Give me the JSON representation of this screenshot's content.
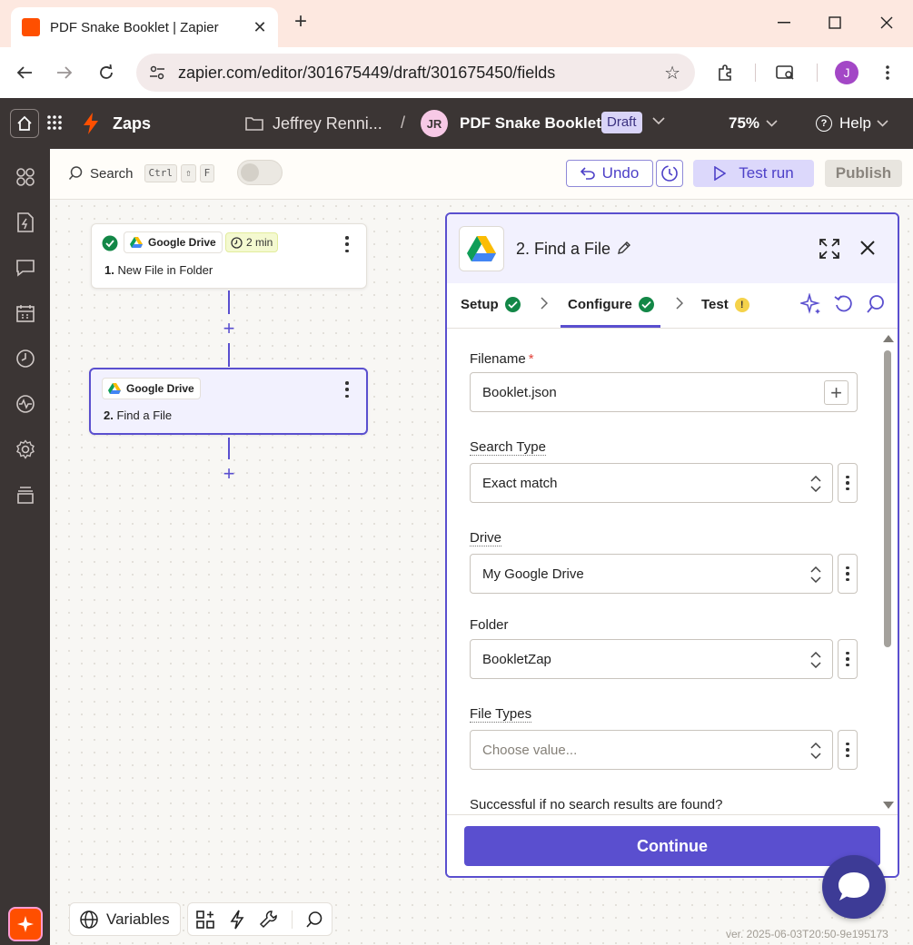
{
  "browser": {
    "tab_title": "PDF Snake Booklet | Zapier",
    "url": "zapier.com/editor/301675449/draft/301675450/fields",
    "profile_initial": "J",
    "accent_color": "#fde8e0"
  },
  "topbar": {
    "zaps_label": "Zaps",
    "owner": "Jeffrey Renni...",
    "crumb_separator": "/",
    "avatar_initials": "JR",
    "zap_name": "PDF Snake Booklet",
    "status_badge": "Draft",
    "zoom": "75%",
    "help_label": "Help"
  },
  "toolbar": {
    "search_label": "Search",
    "shortcut_keys": [
      "Ctrl",
      "⇧",
      "F"
    ],
    "undo_label": "Undo",
    "test_run_label": "Test run",
    "publish_label": "Publish"
  },
  "nodes": [
    {
      "app": "Google Drive",
      "time": "2 min",
      "number": "1.",
      "title": "New File in Folder",
      "status": "ok"
    },
    {
      "app": "Google Drive",
      "number": "2.",
      "title": "Find a File",
      "selected": true
    }
  ],
  "bottom_tools": {
    "variables_label": "Variables",
    "icons": [
      "add-step-icon",
      "bolt-icon",
      "wrench-icon",
      "search-icon"
    ]
  },
  "version": "ver. 2025-06-03T20:50-9e195173",
  "panel": {
    "title": "2. Find a File",
    "steps": [
      {
        "label": "Setup",
        "state": "ok"
      },
      {
        "label": "Configure",
        "state": "ok",
        "active": true
      },
      {
        "label": "Test",
        "state": "warning",
        "warn_glyph": "!"
      }
    ],
    "fields": [
      {
        "label": "Filename",
        "required": true,
        "required_mark": "*",
        "value": "Booklet.json",
        "kind": "text"
      },
      {
        "label": "Search Type",
        "value": "Exact match",
        "kind": "select"
      },
      {
        "label": "Drive",
        "value": "My Google Drive",
        "kind": "select"
      },
      {
        "label": "Folder",
        "value": "BookletZap",
        "kind": "select"
      },
      {
        "label": "File Types",
        "placeholder": "Choose value...",
        "kind": "select"
      }
    ],
    "cutoff_label": "Successful if no search results are found?",
    "continue_label": "Continue"
  },
  "colors": {
    "zapier_orange": "#ff4f00",
    "primary_purple": "#5a4fcf",
    "dark_chrome": "#3b3534",
    "success_green": "#138747"
  }
}
